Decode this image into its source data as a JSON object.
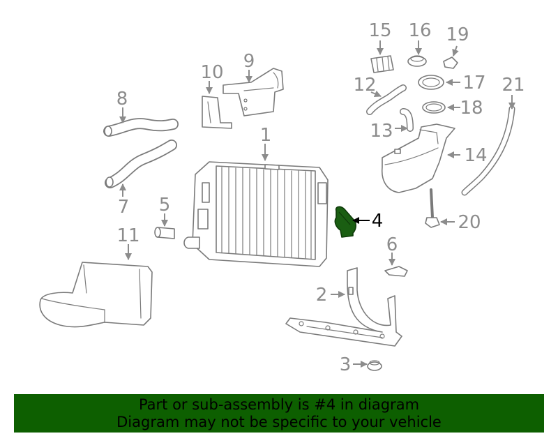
{
  "colors": {
    "banner_bg": "#0d5f00",
    "highlight_fill": "#1a5e12",
    "callout_gray": "#8c8c8c",
    "line_gray": "#7a7a7a"
  },
  "callouts": {
    "c1": "1",
    "c2": "2",
    "c3": "3",
    "c4": "4",
    "c5": "5",
    "c6": "6",
    "c7": "7",
    "c8": "8",
    "c9": "9",
    "c10": "10",
    "c11": "11",
    "c12": "12",
    "c13": "13",
    "c14": "14",
    "c15": "15",
    "c16": "16",
    "c17": "17",
    "c18": "18",
    "c19": "19",
    "c20": "20",
    "c21": "21"
  },
  "highlighted_part": "4",
  "banner": {
    "line1": "Part or sub-assembly is #4 in diagram",
    "line2": "Diagram may not be specific to your vehicle"
  }
}
